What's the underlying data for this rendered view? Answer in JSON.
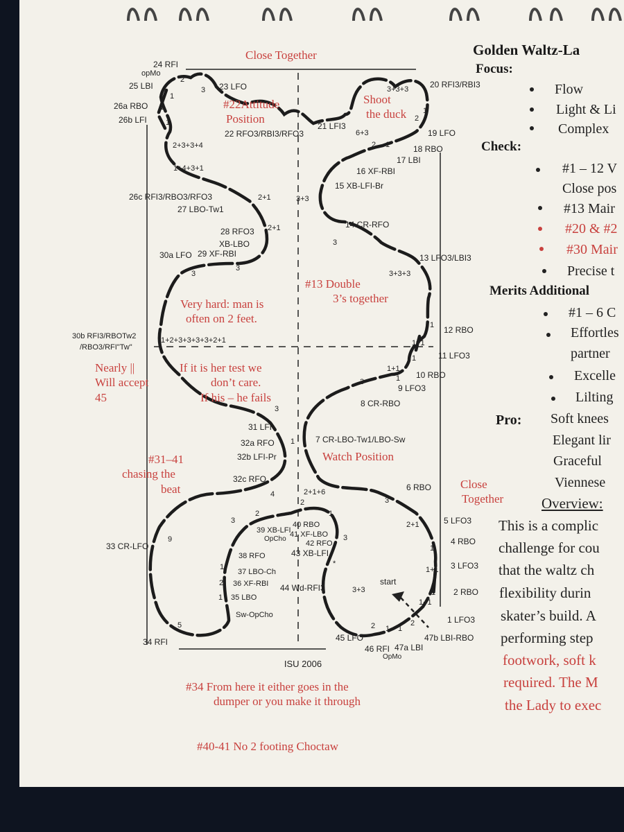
{
  "diagram": {
    "steps": {
      "s24": "24 RFI",
      "s24b": "opMo",
      "s25": "25 LBI",
      "s26a": "26a RBO",
      "s26b": "26b LFI",
      "s23": "23 LFO",
      "s22": "22 RFO3/RBI3/RFO3",
      "s21": "21 LFI3",
      "s20": "20 RFI3/RBI3",
      "s19": "19 LFO",
      "s18": "18 RBO",
      "s17": "17 LBI",
      "s16": "16 XF-RBI",
      "s15": "15 XB-LFI-Br",
      "s14": "14 CR-RFO",
      "s13": "13 LFO3/LBI3",
      "s12": "12 RBO",
      "s11": "11 LFO3",
      "s10": "10 RBO",
      "s9": "9 LFO3",
      "s8": "8 CR-RBO",
      "s7": "7 CR-LBO-Tw1/LBO-Sw",
      "s6": "6 RBO",
      "s5": "5 LFO3",
      "s4": "4 RBO",
      "s3": "3 LFO3",
      "s2": "2 RBO",
      "s1": "1 LFO3",
      "s26c": "26c RFI3/RBO3/RFO3",
      "s27": "27 LBO-Tw1",
      "s28": "28 RFO3",
      "s28b": "XB-LBO",
      "s30a": "30a LFO",
      "s29": "29 XF-RBI",
      "s30b1": "30b RFI3/RBOTw2",
      "s30b2": "/RBO3/RFI\"Tw\"",
      "s31": "31 LFI",
      "s32a": "32a RFO",
      "s32b": "32b LFI-Pr",
      "s32c": "32c RFO",
      "s33": "33 CR-LFO",
      "s34": "34 RFI",
      "s35": "35 LBO",
      "s36": "36 XF-RBI",
      "s37": "37 LBO-Ch",
      "s38": "38 RFO",
      "s39": "39 XB-LFI",
      "s39b": "OpCho",
      "s40": "40 RBO",
      "s41": "41 XF-LBO",
      "s42": "42 RFO",
      "s43": "43 XB-LFI",
      "s44": "44 Wd-RFI3",
      "sSw": "Sw-OpCho",
      "s45": "45 LFO",
      "s46": "46 RFI",
      "s47a": "47a LBI",
      "s47ab": "OpMo",
      "s47b": "47b LBI-RBO",
      "start": "start"
    },
    "counts": {
      "c2p3p3p4": "2+3+3+4",
      "c1p4p3p1": "1+4+3+1",
      "c2p1a": "2+1",
      "c3p3a": "3+3",
      "c2p1b": "2+1",
      "c3p3p3a": "3+3+3",
      "c6p3": "6+3",
      "c3p3p3b": "3+3+3",
      "cLong": "1+2+3+3+3+3+2+1",
      "c1p1a": "1+1",
      "c1p1b": "1+1",
      "c2p1p6": "2+1+6",
      "c2p1c": "2+1",
      "c1p1c": "1+1",
      "c1p1d": "1+1",
      "c3p3b": "3+3",
      "n2a": "2",
      "n3a": "3",
      "n1a": "1",
      "n2b": "2",
      "n1b": "1",
      "n2c": "2",
      "n1c": "1",
      "n2d": "2",
      "n1d": "1",
      "n3b": "3",
      "n3c": "3",
      "n3d": "3",
      "n3e": "3",
      "n1e": "1",
      "n1f": "1",
      "n3f": "3",
      "n1g": "1",
      "n1h": "1",
      "n4": "4",
      "n9": "9",
      "n5": "5",
      "n2e": "2",
      "n1i": "1",
      "n2f": "2",
      "n2g": "2",
      "n1j": "1",
      "n3g": "3",
      "n3h": "3",
      "n1k": "1",
      "n2h": "2",
      "n1l": "1",
      "n1m": "1",
      "n2i": "2",
      "n2j": "2",
      "n1n": "1",
      "n1o": "1",
      "n1p": "1",
      "n1q": "1",
      "n1r": "1",
      "n3i": "3",
      "n1s": "1",
      "n1t": "1",
      "nStar": "*"
    },
    "source": "ISU 2006"
  },
  "annotations": {
    "close_top": "Close Together",
    "attitude": [
      "#22Attitude",
      "Position"
    ],
    "shoot": [
      "Shoot",
      "the duck"
    ],
    "double3": [
      "#13 Double",
      "3’s together"
    ],
    "very_hard": [
      "Very hard: man is",
      "often on 2 feet."
    ],
    "her_test": [
      "If it is her test we",
      "don’t care.",
      "If his – he fails"
    ],
    "nearly": [
      "Nearly ||",
      "Will accept",
      "45"
    ],
    "chasing": [
      "#31–41",
      "chasing  the",
      "beat"
    ],
    "watch": "Watch Position",
    "close_right": [
      "Close",
      "Together"
    ],
    "dumper": [
      "#34 From here it either goes in the",
      "dumper or you make it through"
    ],
    "choctaw": "#40-41 No 2 footing Choctaw"
  },
  "textpage": {
    "title": "Golden Waltz-La",
    "focus_label": "Focus:",
    "focus_items": [
      "Flow",
      "Light & Li",
      "Complex"
    ],
    "check_label": "Check:",
    "check_items": [
      "#1 – 12 V",
      "Close pos",
      "#13 Mair",
      "#20 & #2",
      "#30 Mair",
      "Precise t"
    ],
    "merits_label": "Merits Additional",
    "merits_items": [
      "#1 – 6 C",
      "Effortles",
      "partner",
      "Excelle",
      "Lilting"
    ],
    "pro_label": "Pro:",
    "pro_items": [
      "Soft knees",
      "Elegant lir",
      "Graceful",
      "Viennese"
    ],
    "overview_label": "Overview:",
    "overview_lines": [
      "This is a complic",
      "challenge for cou",
      "that the waltz ch",
      "flexibility durin",
      "skater’s build. A",
      "performing step",
      "footwork, soft k",
      "required. The M",
      "the Lady to exec"
    ],
    "overview_red_from": 6
  },
  "colors": {
    "ink": "#222222",
    "red": "#c8413e",
    "paper": "#f3f1ea",
    "background": "#0e1420"
  }
}
